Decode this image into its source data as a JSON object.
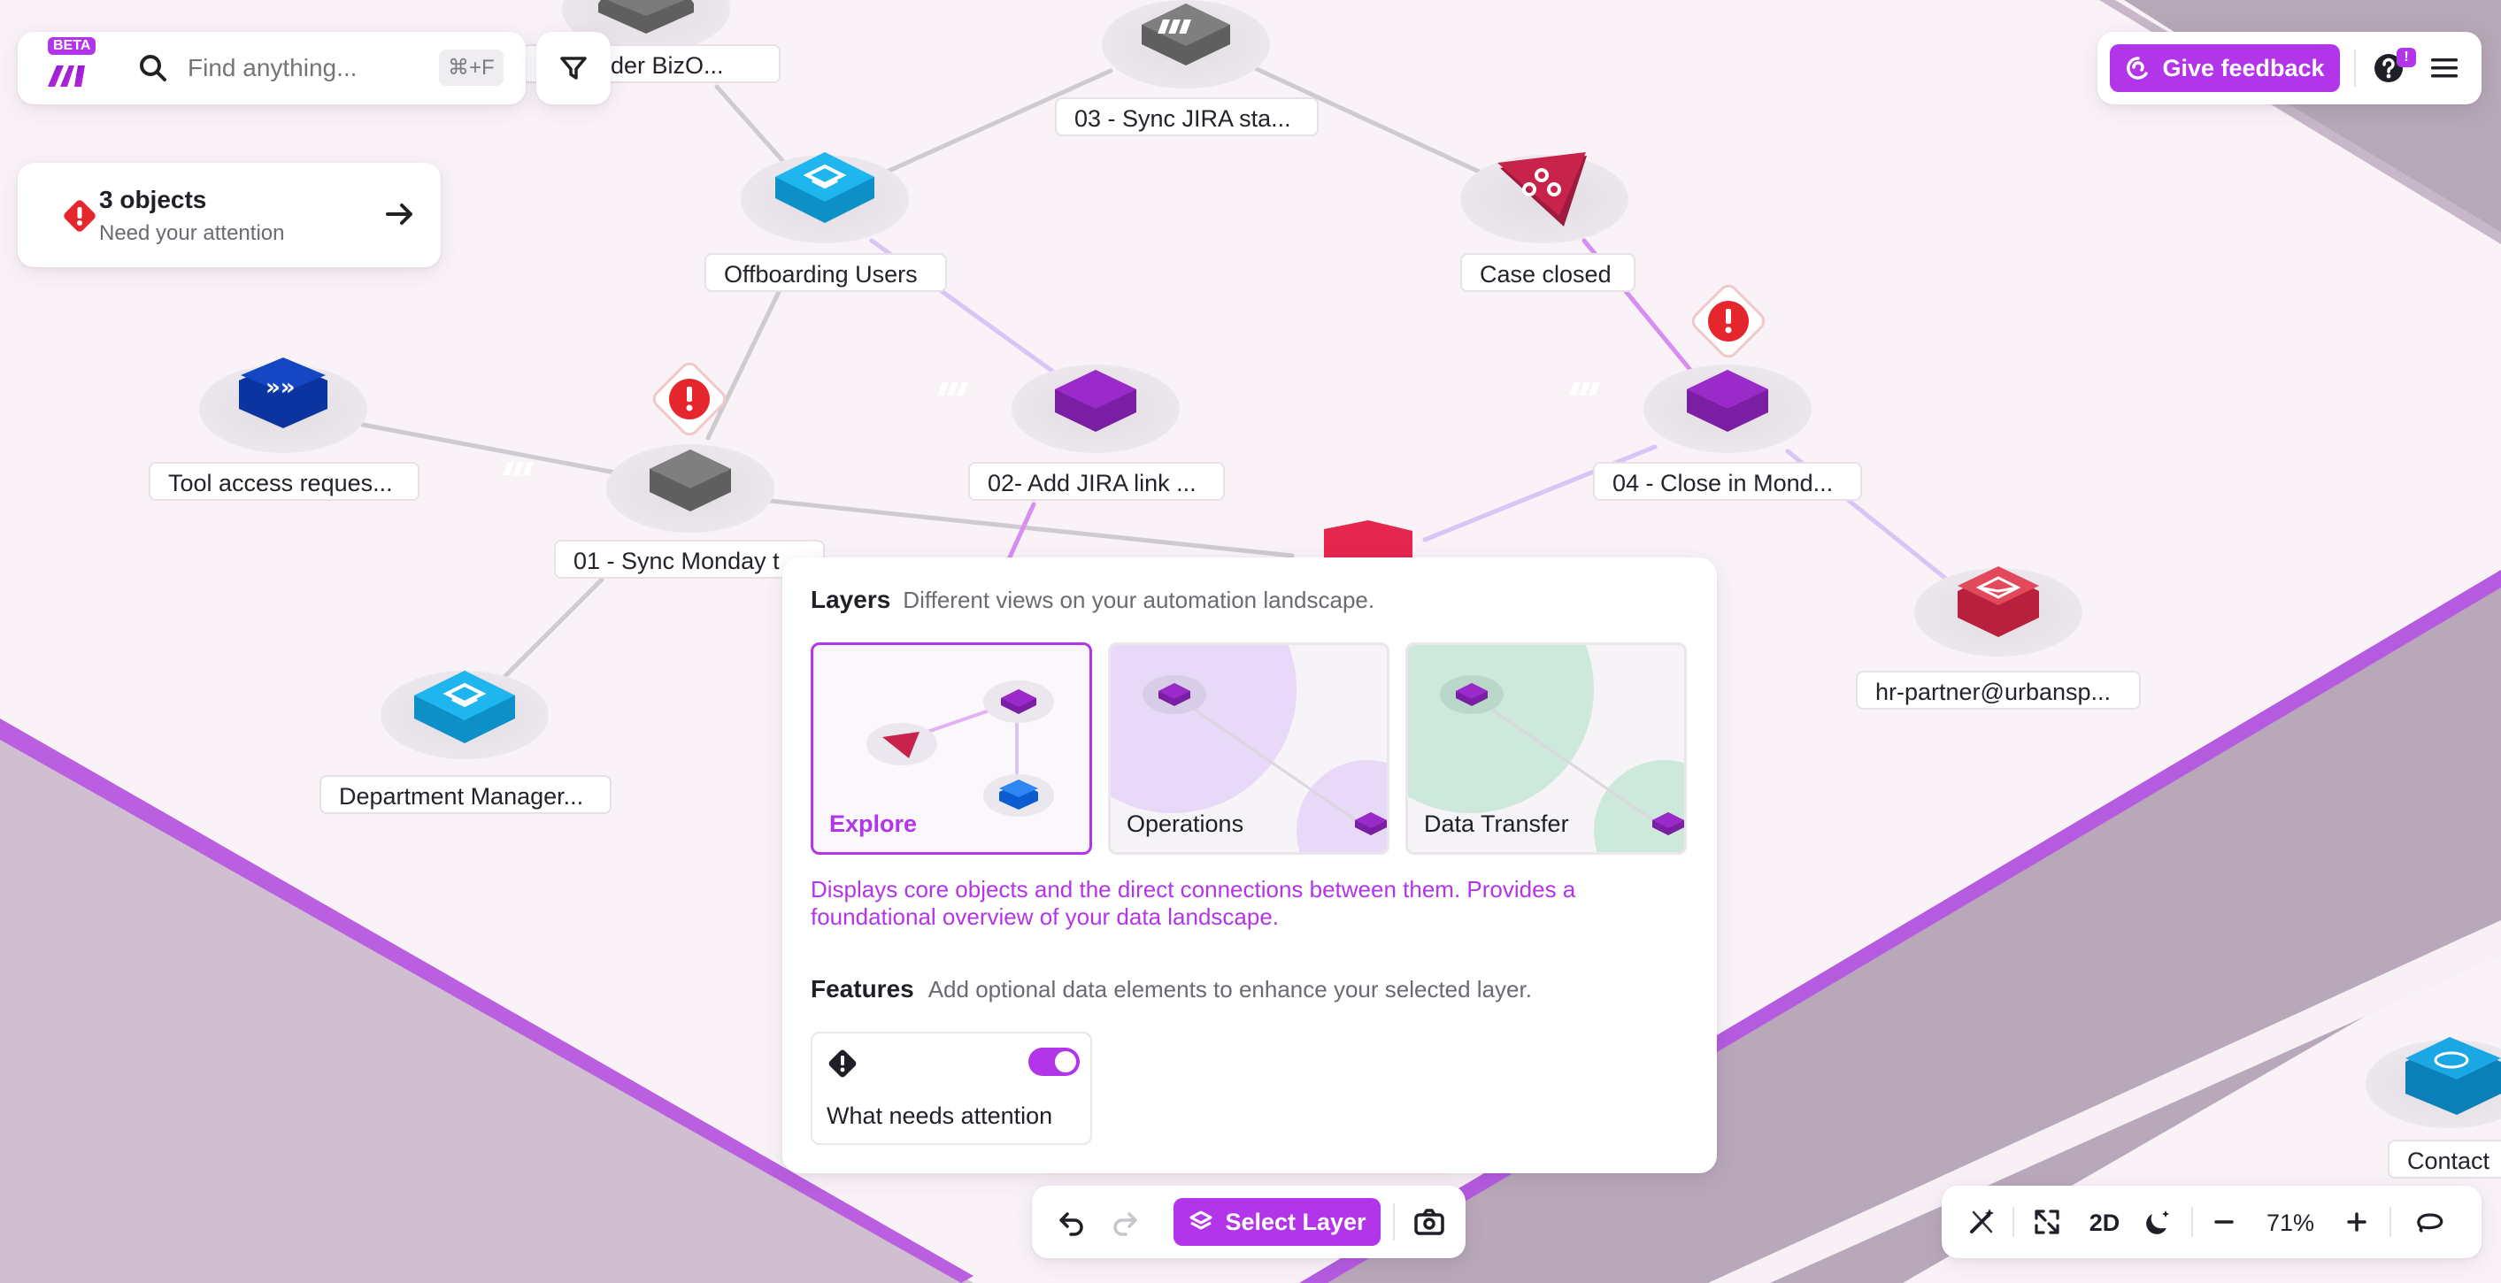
{
  "app": {
    "logo_badge": "BETA"
  },
  "search": {
    "placeholder": "Find anything...",
    "shortcut": "⌘+F"
  },
  "attention": {
    "title": "3 objects",
    "subtitle": "Need your attention"
  },
  "header": {
    "feedback_label": "Give feedback",
    "help_badge": "!"
  },
  "nodes": {
    "reminder": "Reminder BizO...",
    "sync_jira": "03 - Sync JIRA sta...",
    "offboarding": "Offboarding Users",
    "case_closed": "Case closed",
    "tool_access": "Tool access reques...",
    "add_jira": "02- Add JIRA link ...",
    "close_monday": "04 - Close in Mond...",
    "sync_monday": "01 - Sync Monday t",
    "hr_partner": "hr-partner@urbansp...",
    "department_manager": "Department Manager...",
    "contact": "Contact"
  },
  "layers_panel": {
    "title": "Layers",
    "subtitle": "Different views on your automation landscape.",
    "options": [
      {
        "label": "Explore",
        "selected": true
      },
      {
        "label": "Operations",
        "selected": false
      },
      {
        "label": "Data Transfer",
        "selected": false
      }
    ],
    "description": "Displays core objects and the direct connections between them. Provides a foundational overview of your data landscape.",
    "features_title": "Features",
    "features_subtitle": "Add optional data elements to enhance your selected layer.",
    "feature": {
      "label": "What needs attention",
      "enabled": true
    }
  },
  "bottom_toolbar": {
    "select_layer_label": "Select Layer"
  },
  "view_controls": {
    "mode": "2D",
    "zoom": "71%"
  },
  "colors": {
    "accent": "#b235e9",
    "alert": "#e5262c",
    "cyan": "#1fb6f0",
    "purple": "#9a2ac9",
    "crimson": "#c8234a",
    "navy": "#1546c4",
    "grey": "#777777"
  }
}
